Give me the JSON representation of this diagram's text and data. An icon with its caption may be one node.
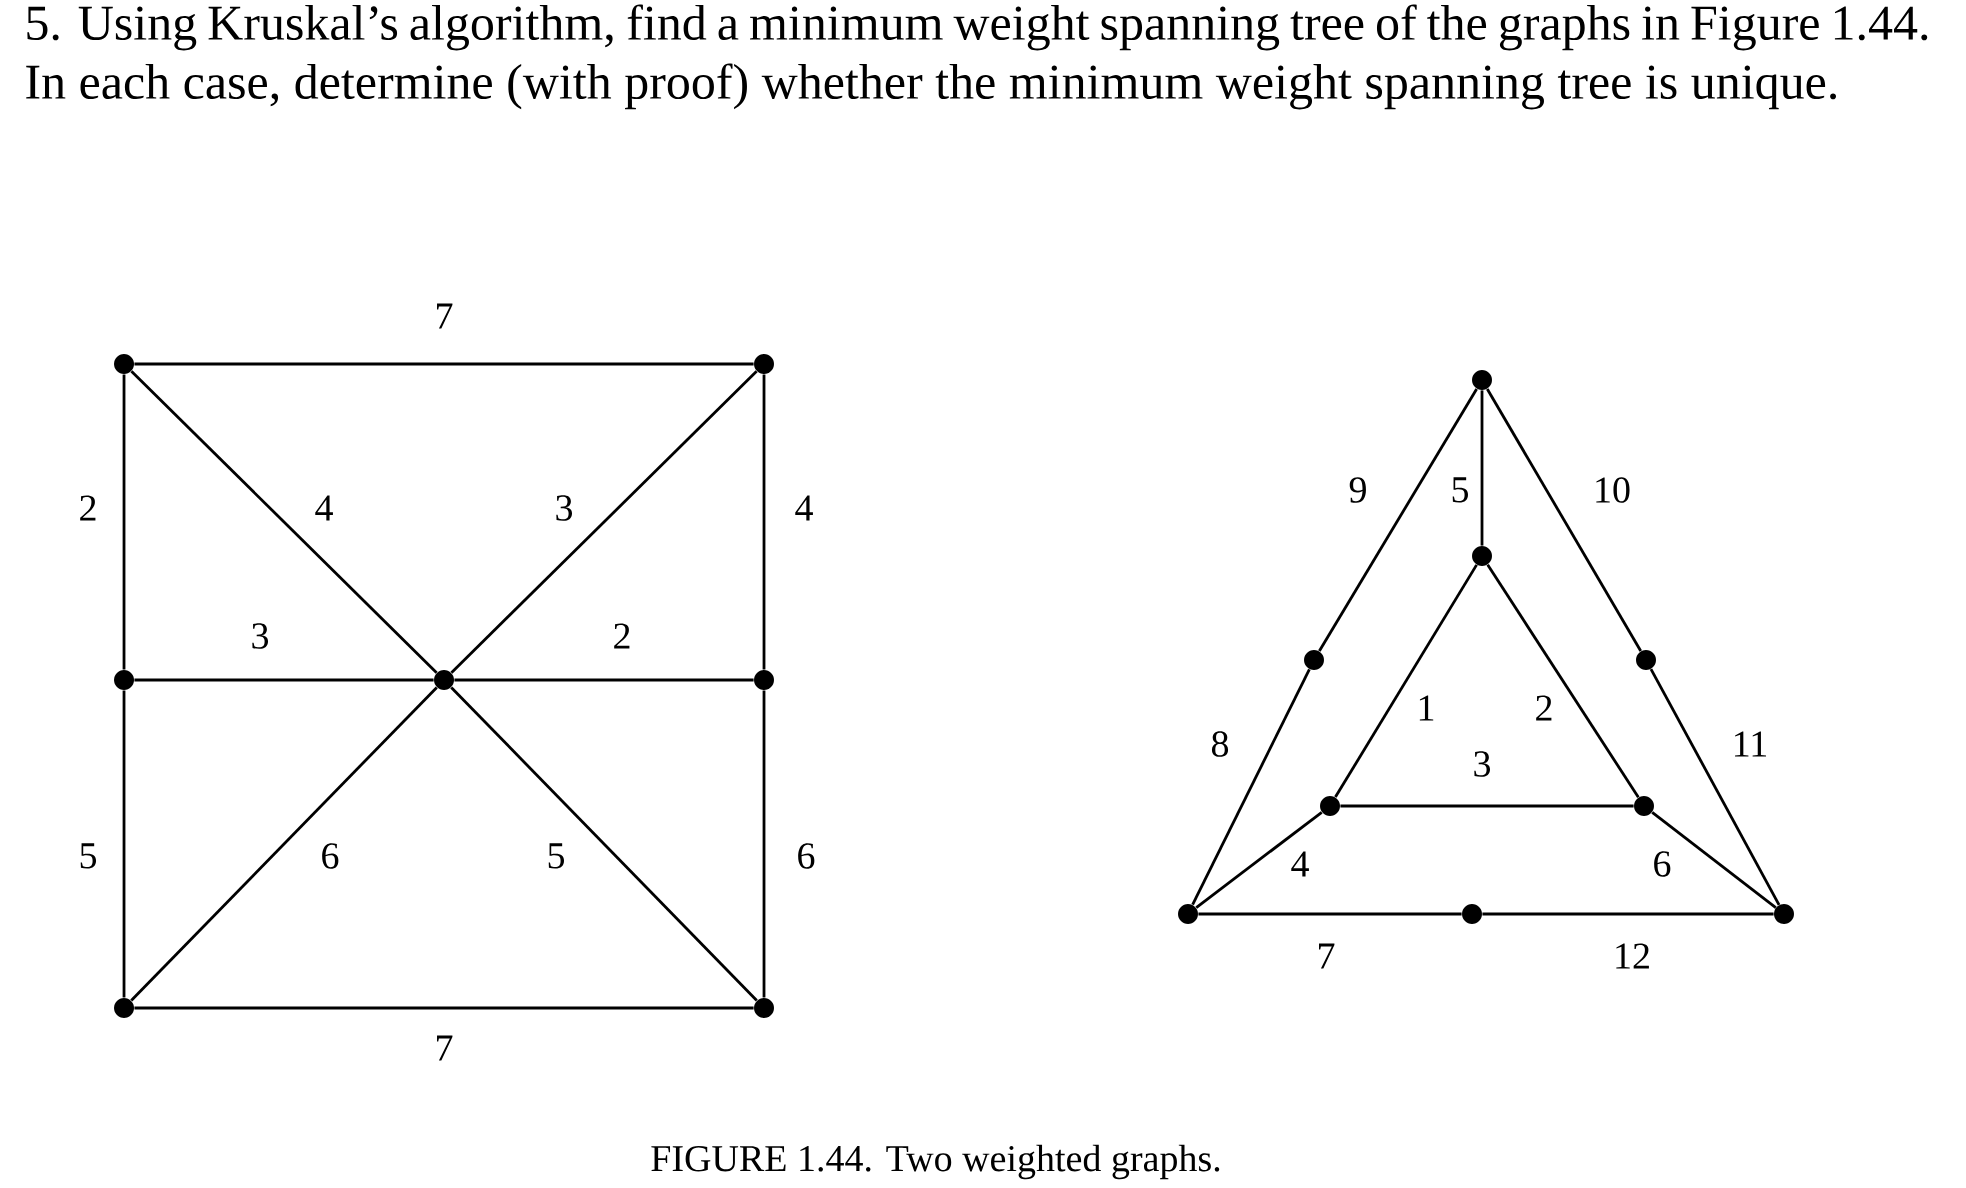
{
  "diagram": {
    "title": "5. Using Kruskal’s algorithm, find a minimum weight spanning tree of the graphs in Figure 1.44. In each case, determine (with proof) whether the minimum weight spanning tree is unique.",
    "caption": "FIGURE 1.44. Two weighted graphs.",
    "nodes": [
      {
        "text": [],
        "shape": "circle"
      },
      {
        "text": [],
        "shape": "circle"
      },
      {
        "text": [],
        "shape": "circle"
      },
      {
        "text": [],
        "shape": "circle"
      },
      {
        "text": [],
        "shape": "circle"
      },
      {
        "text": [],
        "shape": "circle"
      },
      {
        "text": [],
        "shape": "circle"
      },
      {
        "text": [],
        "shape": "circle"
      },
      {
        "text": [],
        "shape": "circle"
      },
      {
        "text": [],
        "shape": "circle"
      },
      {
        "text": [],
        "shape": "circle"
      },
      {
        "text": [],
        "shape": "circle"
      },
      {
        "text": [],
        "shape": "circle"
      },
      {
        "text": [],
        "shape": "circle"
      },
      {
        "text": [],
        "shape": "circle"
      },
      {
        "text": [],
        "shape": "circle"
      }
    ],
    "edges": [
      {
        "from": 0,
        "to": 1,
        "arrow": "none",
        "label": "7"
      },
      {
        "from": 0,
        "to": 2,
        "arrow": "none",
        "label": "2"
      },
      {
        "from": 0,
        "to": 3,
        "arrow": "none",
        "label": "4"
      },
      {
        "from": 1,
        "to": 3,
        "arrow": "none",
        "label": "3"
      },
      {
        "from": 1,
        "to": 4,
        "arrow": "none",
        "label": "4"
      },
      {
        "from": 2,
        "to": 3,
        "arrow": "none",
        "label": "3"
      },
      {
        "from": 3,
        "to": 4,
        "arrow": "none",
        "label": "2"
      },
      {
        "from": 2,
        "to": 5,
        "arrow": "none",
        "label": "5"
      },
      {
        "from": 3,
        "to": 5,
        "arrow": "none",
        "label": "6"
      },
      {
        "from": 3,
        "to": 6,
        "arrow": "none",
        "label": "5"
      },
      {
        "from": 4,
        "to": 6,
        "arrow": "none",
        "label": "6"
      },
      {
        "from": 5,
        "to": 6,
        "arrow": "none",
        "label": "7"
      },
      {
        "from": 7,
        "to": 8,
        "arrow": "none",
        "label": "5"
      },
      {
        "from": 7,
        "to": 9,
        "arrow": "none",
        "label": "9"
      },
      {
        "from": 9,
        "to": 13,
        "arrow": "none",
        "label": "8"
      },
      {
        "from": 7,
        "to": 10,
        "arrow": "none",
        "label": "10"
      },
      {
        "from": 10,
        "to": 15,
        "arrow": "none",
        "label": "11"
      },
      {
        "from": 8,
        "to": 11,
        "arrow": "none",
        "label": "1"
      },
      {
        "from": 8,
        "to": 12,
        "arrow": "none",
        "label": "2"
      },
      {
        "from": 11,
        "to": 12,
        "arrow": "none",
        "label": "3"
      },
      {
        "from": 13,
        "to": 11,
        "arrow": "none",
        "label": "4"
      },
      {
        "from": 12,
        "to": 15,
        "arrow": "none",
        "label": "6"
      },
      {
        "from": 13,
        "to": 14,
        "arrow": "none",
        "label": "7"
      },
      {
        "from": 14,
        "to": 15,
        "arrow": "none",
        "label": "12"
      }
    ]
  }
}
